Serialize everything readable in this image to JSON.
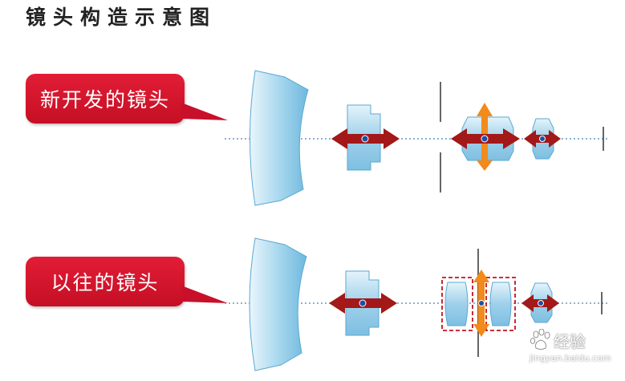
{
  "title": "镜头构造示意图",
  "callouts": {
    "new_lens": "新开发的镜头",
    "old_lens": "以往的镜头"
  },
  "watermark": {
    "brand": "经验",
    "url": "jingyan.baidu.com"
  },
  "colors": {
    "callout_red": "#d31429",
    "lens_blue": "#9fd3ec",
    "arrow_red": "#a31818",
    "arrow_orange": "#f28a1c",
    "axis_blue": "#4a82b8",
    "dashed_box": "#c4131e"
  }
}
